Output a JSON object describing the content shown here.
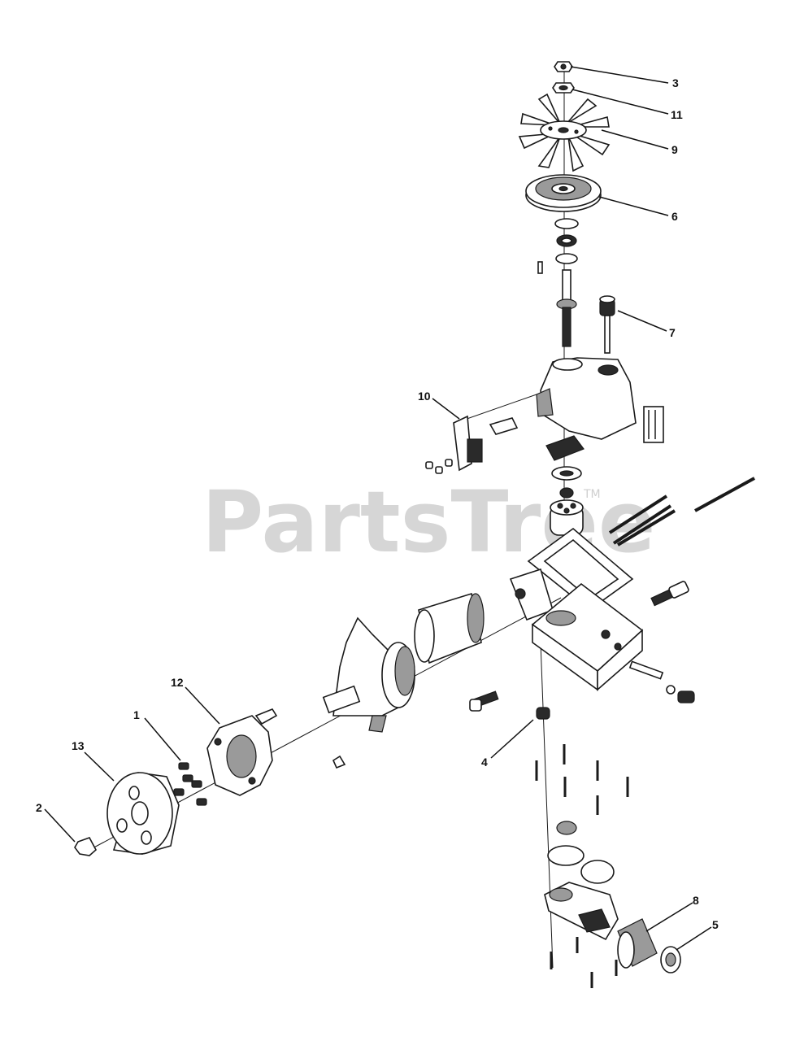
{
  "watermark": {
    "text": "PartsTree",
    "trademark": "TM"
  },
  "callouts": {
    "c1": "1",
    "c2": "2",
    "c3": "3",
    "c4": "4",
    "c5": "5",
    "c6": "6",
    "c7": "7",
    "c8": "8",
    "c9": "9",
    "c10": "10",
    "c11": "11",
    "c12": "12",
    "c13": "13"
  }
}
